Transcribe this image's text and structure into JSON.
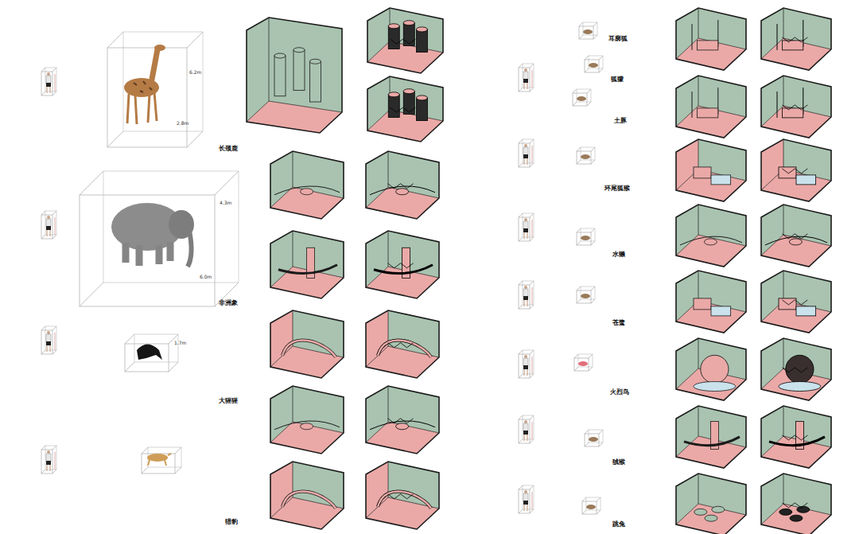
{
  "diagram": {
    "labels": [
      "长颈鹿",
      "非洲象",
      "大猩猩",
      "猎豹",
      "耳廓狐",
      "狐獴",
      "土豚",
      "环尾狐猴",
      "水獭",
      "苍鹭",
      "火烈鸟",
      "狨猴",
      "跳兔",
      "6.2m",
      "2.8m",
      "4.3m",
      "6.0m",
      "1.7m"
    ]
  }
}
